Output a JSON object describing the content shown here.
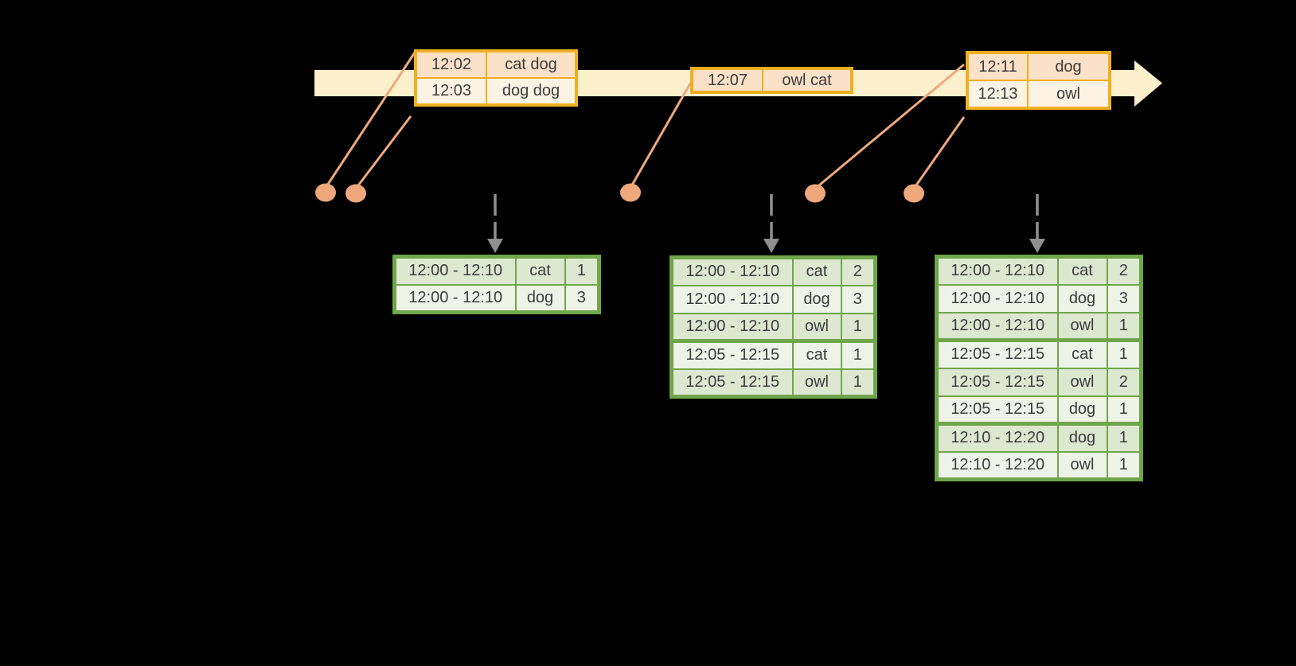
{
  "colors": {
    "background": "#000000",
    "timeline_band": "#FCF0CC",
    "event_table_border": "#F0AF1E",
    "event_row_peach": "#FBE1C7",
    "event_row_cream": "#FDF3E4",
    "event_dot_and_line": "#EFA87C",
    "result_table_border": "#6FA64A",
    "result_row_dark": "#DCE8D0",
    "result_row_light": "#EEF3E8",
    "trigger_arrow_gray": "#8F8F8F",
    "text": "#3C3C3C"
  },
  "event_tables": [
    {
      "rows": [
        {
          "time": "12:02",
          "words": "cat dog"
        },
        {
          "time": "12:03",
          "words": "dog dog"
        }
      ]
    },
    {
      "rows": [
        {
          "time": "12:07",
          "words": "owl cat"
        }
      ]
    },
    {
      "rows": [
        {
          "time": "12:11",
          "words": "dog"
        },
        {
          "time": "12:13",
          "words": "owl"
        }
      ]
    }
  ],
  "result_tables": [
    {
      "rows": [
        {
          "window": "12:00 - 12:10",
          "word": "cat",
          "count": "1",
          "group_start": false
        },
        {
          "window": "12:00 - 12:10",
          "word": "dog",
          "count": "3",
          "group_start": false
        }
      ]
    },
    {
      "rows": [
        {
          "window": "12:00 - 12:10",
          "word": "cat",
          "count": "2",
          "group_start": false
        },
        {
          "window": "12:00 - 12:10",
          "word": "dog",
          "count": "3",
          "group_start": false
        },
        {
          "window": "12:00 - 12:10",
          "word": "owl",
          "count": "1",
          "group_start": false
        },
        {
          "window": "12:05 - 12:15",
          "word": "cat",
          "count": "1",
          "group_start": true
        },
        {
          "window": "12:05 - 12:15",
          "word": "owl",
          "count": "1",
          "group_start": false
        }
      ]
    },
    {
      "rows": [
        {
          "window": "12:00 - 12:10",
          "word": "cat",
          "count": "2",
          "group_start": false
        },
        {
          "window": "12:00 - 12:10",
          "word": "dog",
          "count": "3",
          "group_start": false
        },
        {
          "window": "12:00 - 12:10",
          "word": "owl",
          "count": "1",
          "group_start": false
        },
        {
          "window": "12:05 - 12:15",
          "word": "cat",
          "count": "1",
          "group_start": true
        },
        {
          "window": "12:05 - 12:15",
          "word": "owl",
          "count": "2",
          "group_start": false
        },
        {
          "window": "12:05 - 12:15",
          "word": "dog",
          "count": "1",
          "group_start": false
        },
        {
          "window": "12:10 - 12:20",
          "word": "dog",
          "count": "1",
          "group_start": true
        },
        {
          "window": "12:10 - 12:20",
          "word": "owl",
          "count": "1",
          "group_start": false
        }
      ]
    }
  ]
}
